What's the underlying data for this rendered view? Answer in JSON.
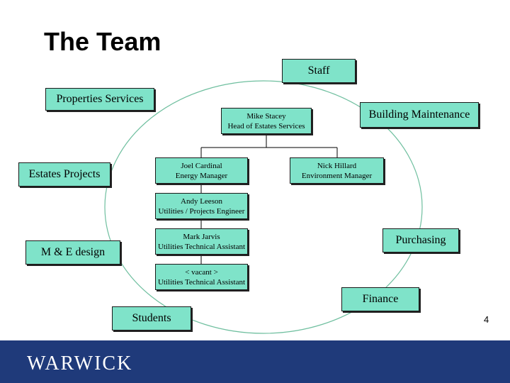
{
  "slide": {
    "title": "The Team",
    "page_number": "4",
    "logo_text": "WARWICK"
  },
  "colors": {
    "box_fill": "#7fe3c9",
    "footer": "#1f3a7a",
    "circle": "#6fbf9f"
  },
  "outer_boxes": {
    "staff": "Staff",
    "properties_services": "Properties Services",
    "building_maintenance": "Building Maintenance",
    "estates_projects": "Estates Projects",
    "m_e_design": "M & E design",
    "purchasing": "Purchasing",
    "finance": "Finance",
    "students": "Students"
  },
  "org": {
    "head": {
      "name": "Mike Stacey",
      "role": "Head of Estates Services"
    },
    "energy": {
      "name": "Joel Cardinal",
      "role": "Energy Manager"
    },
    "environment": {
      "name": "Nick Hillard",
      "role": "Environment Manager"
    },
    "projects_engineer": {
      "name": "Andy Leeson",
      "role": "Utilities / Projects Engineer"
    },
    "tech_assistant_1": {
      "name": "Mark Jarvis",
      "role": "Utilities Technical Assistant"
    },
    "tech_assistant_2": {
      "name": "< vacant >",
      "role": "Utilities Technical Assistant"
    }
  }
}
